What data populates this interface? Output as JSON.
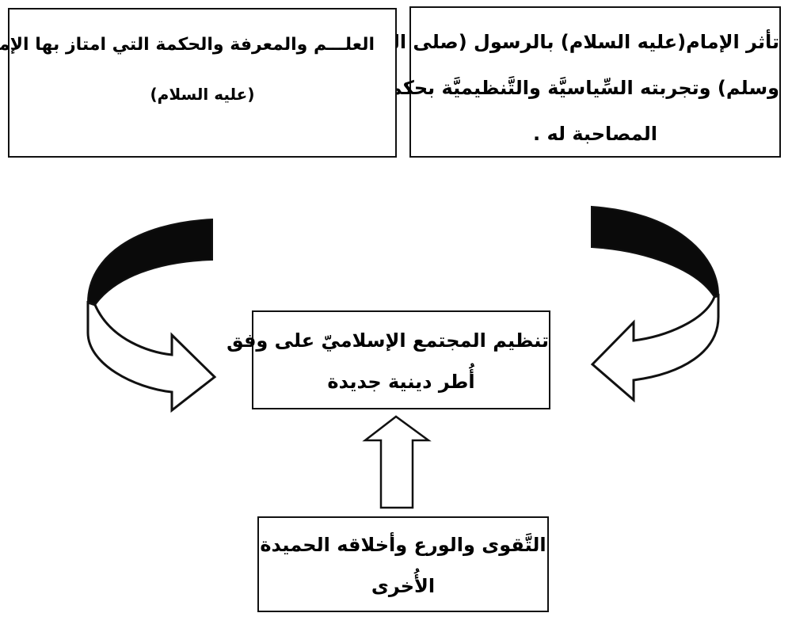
{
  "diagram": {
    "boxes": {
      "top_right": {
        "lines": [
          "تأثر الإمام(عليه السلام) بالرسول (صلى الله عليه",
          "وسلم) وتجربته السِّياسيَّة والتَّنظيميَّة بحكم",
          "المصاحبة له ."
        ]
      },
      "top_left": {
        "lines": [
          "العلـــم والمعرفة والحكمة التي امتاز بها الإمام",
          "(عليه السلام)"
        ]
      },
      "center": {
        "lines": [
          "تنظيم المجتمع الإسلاميّ على وفق",
          "أُطر دينية جديدة"
        ]
      },
      "bottom": {
        "lines": [
          "التَّقوى والورع وأخلاقه الحميدة",
          "الأُخرى"
        ]
      }
    },
    "arrows": [
      {
        "from": "top_left",
        "to": "center",
        "shape": "curved-arrow-right"
      },
      {
        "from": "top_right",
        "to": "center",
        "shape": "curved-arrow-left"
      },
      {
        "from": "bottom",
        "to": "center",
        "shape": "block-arrow-up"
      }
    ],
    "colors": {
      "stroke": "#111111",
      "arrow_dark_fill": "#0a0a0a",
      "background": "#ffffff"
    }
  }
}
